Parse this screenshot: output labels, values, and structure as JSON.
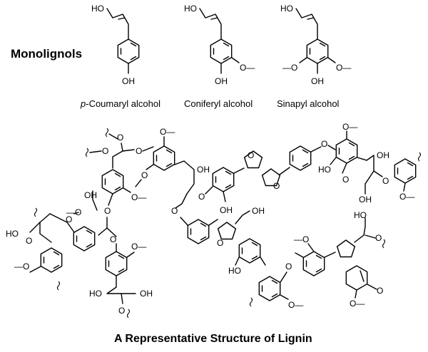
{
  "header": {
    "monolignols_label": "Monolignols"
  },
  "monolignols": [
    {
      "prefix": "p",
      "name": "-Coumaryl  alcohol",
      "substituents": []
    },
    {
      "prefix": "",
      "name": "Coniferyl  alcohol",
      "substituents": [
        "O",
        "—"
      ]
    },
    {
      "prefix": "",
      "name": "Sinapyl  alcohol",
      "substituents": [
        "O",
        "—"
      ]
    }
  ],
  "atoms": {
    "ho": "HO",
    "oh": "OH",
    "o": "O",
    "o_methoxy": "O—"
  },
  "caption": "A Representative Structure of Lignin"
}
